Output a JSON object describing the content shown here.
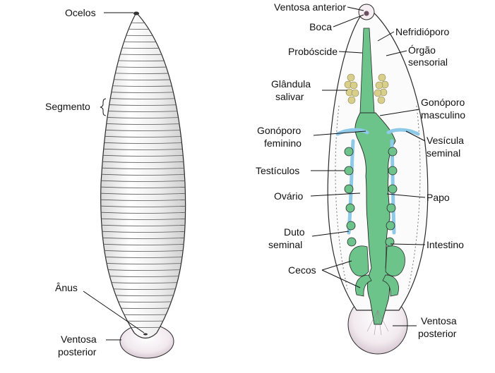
{
  "left_figure": {
    "labels": {
      "ocelos": "Ocelos",
      "segmento": "Segmento",
      "anus": "Ânus",
      "ventosa_posterior_1": "Ventosa",
      "ventosa_posterior_2": "posterior"
    }
  },
  "right_figure": {
    "labels": {
      "ventosa_anterior": "Ventosa anterior",
      "boca": "Boca",
      "nefridioporo": "Nefridióporo",
      "proboscide": "Probóscide",
      "orgao_1": "Órgão",
      "orgao_2": "sensorial",
      "glandula_1": "Glândula",
      "glandula_2": "salivar",
      "gonoporo_m_1": "Gonóporo",
      "gonoporo_m_2": "masculino",
      "gonoporo_f_1": "Gonóporo",
      "gonoporo_f_2": "feminino",
      "vesicula_1": "Vesícula",
      "vesicula_2": "seminal",
      "testiculos": "Testículos",
      "ovario": "Ovário",
      "papo": "Papo",
      "duto_1": "Duto",
      "duto_2": "seminal",
      "intestino": "Intestino",
      "cecos": "Cecos",
      "ventosa_posterior_1": "Ventosa",
      "ventosa_posterior_2": "posterior"
    }
  },
  "colors": {
    "gut_green": "#6cc48a",
    "seminal_blue": "#8ec9e8",
    "gland_yellow": "#d8d08a",
    "outline": "#2a2a2a"
  }
}
